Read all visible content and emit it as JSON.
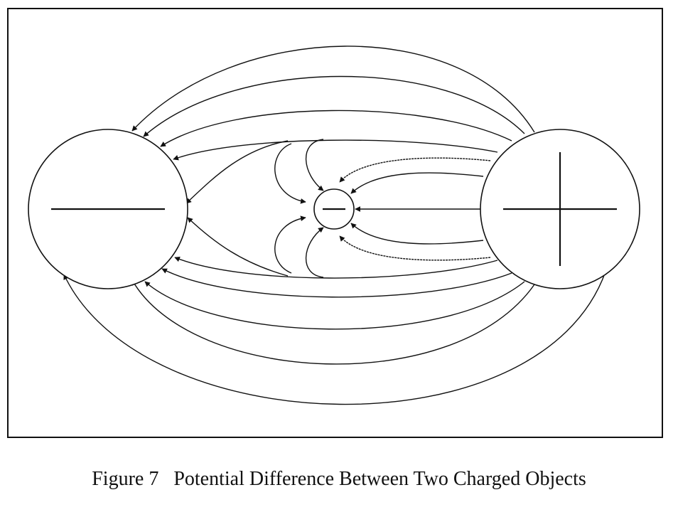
{
  "caption": {
    "label": "Figure 7",
    "text": "Potential Difference Between Two Charged Objects"
  },
  "objects": [
    {
      "name": "large-negative-sphere",
      "symbol": "−"
    },
    {
      "name": "small-negative-sphere",
      "symbol": "−"
    },
    {
      "name": "large-positive-sphere",
      "symbol": "+"
    }
  ],
  "colors": {
    "ink": "#111111",
    "background": "#ffffff"
  },
  "field_lines": {
    "direction": "positive-to-negative",
    "arrowheads": "at-negative-objects"
  }
}
